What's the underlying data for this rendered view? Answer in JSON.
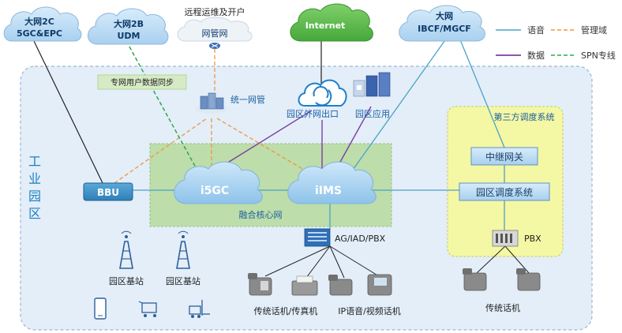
{
  "clouds": {
    "c_2c": {
      "line1": "大网2C",
      "line2": "5GC&EPC"
    },
    "c_2b": {
      "line1": "大网2B",
      "line2": "UDM"
    },
    "net_mgmt": {
      "label": "网管网"
    },
    "remote_ops": {
      "label": "远程运维及开户"
    },
    "internet": {
      "label": "Internet"
    },
    "big_ims": {
      "line1": "大网",
      "line2": "IBCF/MGCF"
    },
    "i5gc": {
      "label": "i5GC"
    },
    "iims": {
      "label": "iIMS"
    }
  },
  "legend": {
    "voice": "语音",
    "mgmt": "管理域",
    "data": "数据",
    "spn": "SPN专线"
  },
  "legend_colors": {
    "voice": "#4aa3c8",
    "mgmt": "#f0963c",
    "data": "#7b3fa0",
    "spn": "#2fa84f"
  },
  "labels": {
    "sync": "专网用户数据同步",
    "unified_mgmt": "统一网管",
    "park_internet_exit": "园区外网出口",
    "park_apps": "园区应用",
    "industrial_park": "工业园区",
    "bbu": "BBU",
    "core_net": "融合核心网",
    "third_party": "第三方调度系统",
    "trunk_gw": "中继网关",
    "dispatch": "园区调度系统",
    "pbx_right": "PBX",
    "ag_iad_pbx": "AG/IAD/PBX",
    "bs1": "园区基站",
    "bs2": "园区基站",
    "phones_left": "传统话机/传真机",
    "phones_ip": "IP语音/视频话机",
    "phones_right": "传统话机"
  }
}
